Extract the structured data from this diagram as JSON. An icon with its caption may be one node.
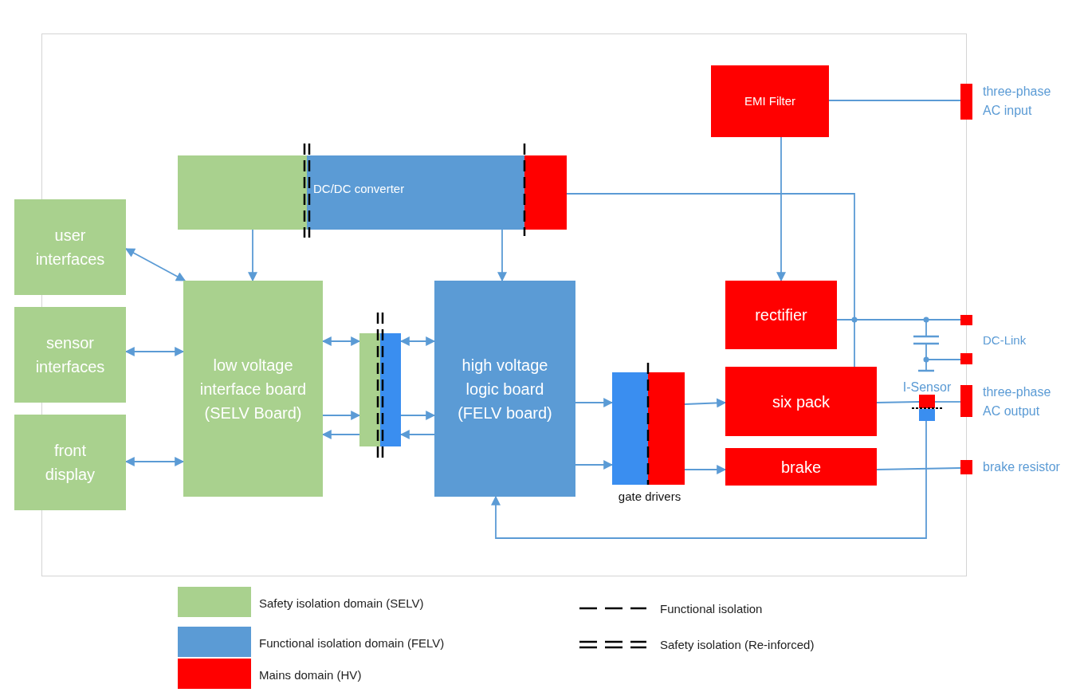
{
  "diagram": {
    "nodes": [
      {
        "text": [
          "user interfaces"
        ]
      },
      {
        "text": [
          "sensor interfaces"
        ]
      },
      {
        "text": [
          "front display"
        ]
      },
      {
        "text": [],
        "shape": "box"
      },
      {
        "text": [
          "DC/DC converter"
        ]
      },
      {
        "text": [],
        "shape": "box"
      },
      {
        "text": [
          "low voltage interface board (SELV Board)"
        ]
      },
      {
        "text": [],
        "shape": "box"
      },
      {
        "text": [],
        "shape": "box"
      },
      {
        "text": [
          "high voltage logic board (FELV board)"
        ]
      },
      {
        "text": [],
        "shape": "box"
      },
      {
        "text": [],
        "shape": "box"
      },
      {
        "text": [
          "EMI Filter"
        ]
      },
      {
        "text": [
          "rectifier"
        ]
      },
      {
        "text": [
          "six pack"
        ]
      },
      {
        "text": [
          "brake"
        ]
      },
      {
        "text": [],
        "shape": "box",
        "beside": [
          "three-phase AC input"
        ]
      },
      {
        "text": [],
        "shape": "box"
      },
      {
        "text": [],
        "shape": "box"
      },
      {
        "text": [],
        "shape": "box",
        "beside": [
          "I-Sensor"
        ]
      },
      {
        "text": [],
        "shape": "box"
      },
      {
        "text": [],
        "shape": "box",
        "beside": [
          "three-phase AC output"
        ]
      },
      {
        "text": [],
        "shape": "box",
        "beside": [
          "brake resistor"
        ]
      }
    ],
    "edges": [
      {
        "from": 0,
        "to": 6,
        "arrow": "both"
      },
      {
        "from": 1,
        "to": 6,
        "arrow": "both"
      },
      {
        "from": 2,
        "to": 6,
        "arrow": "both"
      },
      {
        "from": 3,
        "to": 6,
        "arrow": "to"
      },
      {
        "from": 4,
        "to": 9,
        "arrow": "to"
      },
      {
        "from": 5,
        "to": 14,
        "arrow": "none"
      },
      {
        "from": 6,
        "to": 7,
        "arrow": "both"
      },
      {
        "from": 8,
        "to": 9,
        "arrow": "both"
      },
      {
        "from": 6,
        "to": 7,
        "arrow": "to"
      },
      {
        "from": 7,
        "to": 6,
        "arrow": "to"
      },
      {
        "from": 8,
        "to": 9,
        "arrow": "to"
      },
      {
        "from": 9,
        "to": 8,
        "arrow": "to"
      },
      {
        "from": 9,
        "to": 10,
        "arrow": "to"
      },
      {
        "from": 9,
        "to": 10,
        "arrow": "to"
      },
      {
        "from": 11,
        "to": 14,
        "arrow": "to"
      },
      {
        "from": 11,
        "to": 15,
        "arrow": "to"
      },
      {
        "from": 12,
        "to": 16,
        "arrow": "none"
      },
      {
        "from": 12,
        "to": 13,
        "arrow": "to"
      },
      {
        "from": 13,
        "to": 17,
        "arrow": "none"
      },
      {
        "from": 14,
        "to": 19,
        "arrow": "none"
      },
      {
        "from": 15,
        "to": 22,
        "arrow": "none"
      },
      {
        "from": 20,
        "to": 9,
        "arrow": "to"
      },
      {
        "from": 19,
        "to": 21,
        "arrow": "none"
      }
    ],
    "labels": [
      "DC-Link",
      "gate drivers"
    ],
    "legend": [
      {
        "text": "Safety isolation domain (SELV)",
        "color": "#a9d18e"
      },
      {
        "text": "Functional isolation domain (FELV)",
        "color": "#5b9bd5"
      },
      {
        "text": "Mains domain (HV)",
        "color": "#ff0000"
      },
      {
        "text": "Functional isolation"
      },
      {
        "text": "Safety isolation (Re-inforced)"
      }
    ]
  }
}
